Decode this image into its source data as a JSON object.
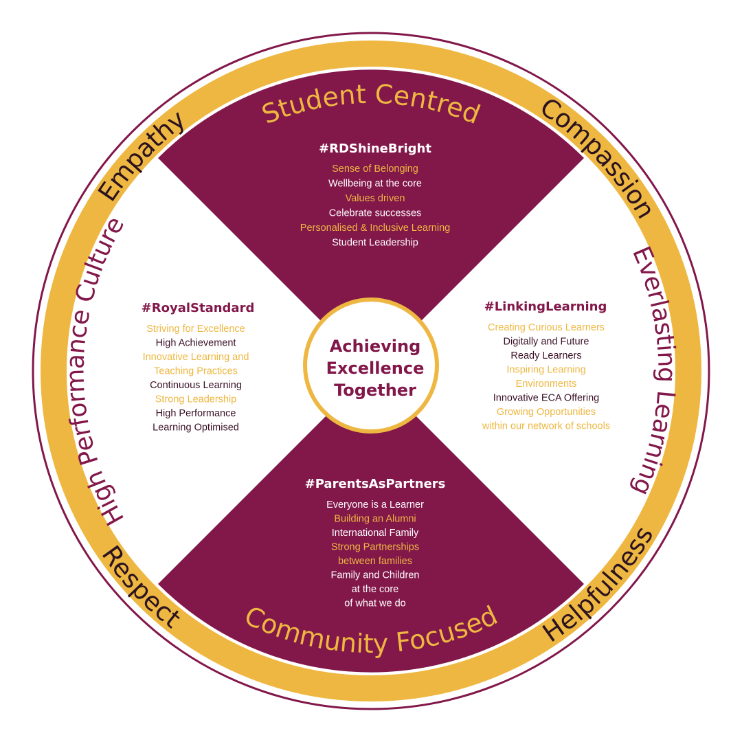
{
  "colors": {
    "maroon": "#82174a",
    "gold": "#eeb741",
    "white": "#ffffff",
    "ring_text": "#2a1220"
  },
  "ring_values": [
    "Empathy",
    "Compassion",
    "Respect",
    "Helpfulness"
  ],
  "center": {
    "lines": [
      "Achieving",
      "Excellence",
      "Together"
    ]
  },
  "sectors": {
    "top": {
      "title": "Student Centred",
      "hashtag": "#RDShineBright",
      "items": [
        {
          "text": "Sense of Belonging",
          "highlight": true
        },
        {
          "text": "Wellbeing at the core",
          "highlight": false
        },
        {
          "text": "Values driven",
          "highlight": true
        },
        {
          "text": "Celebrate successes",
          "highlight": false
        },
        {
          "text": "Personalised & Inclusive Learning",
          "highlight": true
        },
        {
          "text": "Student Leadership",
          "highlight": false
        }
      ]
    },
    "left": {
      "title": "High Performance Culture",
      "hashtag": "#RoyalStandard",
      "items": [
        {
          "text": "Striving for Excellence",
          "highlight": true
        },
        {
          "text": "High Achievement",
          "highlight": false
        },
        {
          "text": "Innovative Learning and",
          "highlight": true
        },
        {
          "text": "Teaching Practices",
          "highlight": true
        },
        {
          "text": "Continuous Learning",
          "highlight": false
        },
        {
          "text": "Strong Leadership",
          "highlight": true
        },
        {
          "text": "High Performance",
          "highlight": false
        },
        {
          "text": "Learning Optimised",
          "highlight": false
        }
      ]
    },
    "right": {
      "title": "Everlasting Learning",
      "hashtag": "#LinkingLearning",
      "items": [
        {
          "text": "Creating Curious Learners",
          "highlight": true
        },
        {
          "text": "Digitally and Future",
          "highlight": false
        },
        {
          "text": "Ready Learners",
          "highlight": false
        },
        {
          "text": "Inspiring Learning",
          "highlight": true
        },
        {
          "text": "Environments",
          "highlight": true
        },
        {
          "text": "Innovative ECA Offering",
          "highlight": false
        },
        {
          "text": "Growing Opportunities",
          "highlight": true
        },
        {
          "text": "within our network of schools",
          "highlight": true
        }
      ]
    },
    "bottom": {
      "title": "Community Focused",
      "hashtag": "#ParentsAsPartners",
      "items": [
        {
          "text": "Everyone is a Learner",
          "highlight": false
        },
        {
          "text": "Building an Alumni",
          "highlight": true
        },
        {
          "text": "International Family",
          "highlight": false
        },
        {
          "text": "Strong Partnerships",
          "highlight": true
        },
        {
          "text": "between families",
          "highlight": true
        },
        {
          "text": "Family and Children",
          "highlight": false
        },
        {
          "text": "at the core",
          "highlight": false
        },
        {
          "text": "of what we do",
          "highlight": false
        }
      ]
    }
  }
}
